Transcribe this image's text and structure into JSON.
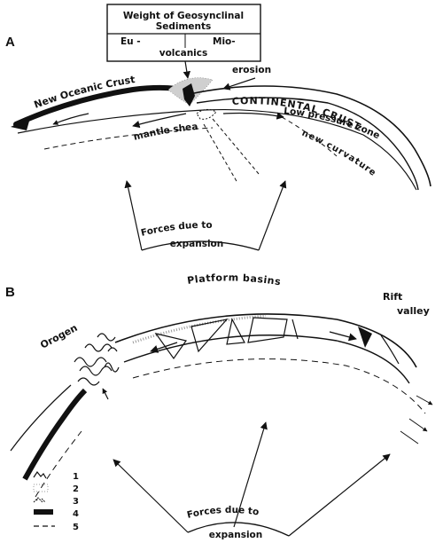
{
  "panel_a": {
    "letter": "A",
    "box_title_line1": "Weight of Geosynclinal",
    "box_title_line2": "Sediments",
    "box_left": "Eu -",
    "box_right": "Mio-",
    "box_bottom": "volcanics",
    "erosion": "erosion",
    "new_oceanic_crust": "New Oceanic Crust",
    "continental_crust": "CONTINENTAL CRUST",
    "low_pressure_zone": "Low pressure zone",
    "mantle_shear": "mantle shear",
    "new_curvature": "new curvature",
    "forces_line1": "Forces due to",
    "forces_line2": "expansion"
  },
  "panel_b": {
    "letter": "B",
    "platform_basins": "Platform basins",
    "orogen": "Orogen",
    "rift_line1": "Rift",
    "rift_line2": "valley",
    "forces_line1": "Forces due to",
    "forces_line2": "expansion"
  },
  "legend": {
    "items": [
      {
        "symbol": "folds",
        "number": "1"
      },
      {
        "symbol": "stipple",
        "number": "2"
      },
      {
        "symbol": "volcanic",
        "number": "3"
      },
      {
        "symbol": "thick-bar",
        "number": "4"
      },
      {
        "symbol": "dashed-line",
        "number": "5"
      }
    ]
  },
  "colors": {
    "ink": "#111111",
    "paper": "#ffffff",
    "stipple": "#9a9a9a"
  }
}
